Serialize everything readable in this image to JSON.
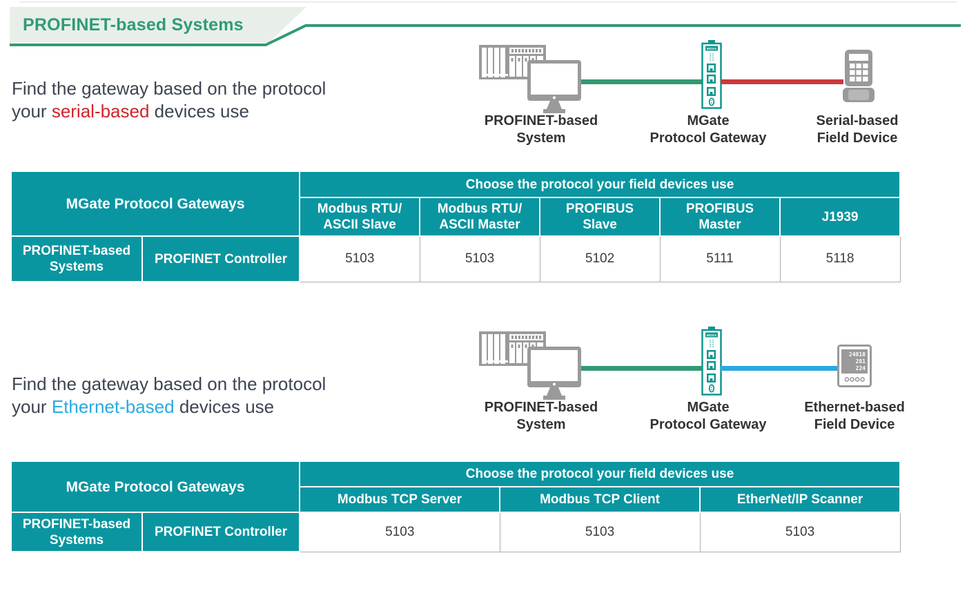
{
  "header": {
    "title": "PROFINET-based Systems"
  },
  "brand": "MOXA",
  "colors": {
    "table_teal": "#0996A1",
    "banner_green": "#2E9C74",
    "line_green": "#339A72",
    "line_red": "#C9393D",
    "line_blue": "#29A9E1",
    "highlight_red": "#D2232A",
    "highlight_blue": "#29A9E1",
    "icon_gray": "#9A9A9A"
  },
  "sections": [
    {
      "intro_line1": "Find the gateway based on the protocol",
      "intro_line2_pre": "your ",
      "intro_highlight": "serial-based",
      "intro_line2_post": " devices use",
      "diagram": {
        "system_label": "PROFINET-based\nSystem",
        "gateway_label": "MGate\nProtocol Gateway",
        "device_label": "Serial-based\nField Device"
      },
      "table": {
        "corner_header": "MGate Protocol Gateways",
        "choose_header": "Choose the protocol your field devices use",
        "protocols": [
          "Modbus RTU/\nASCII Slave",
          "Modbus RTU/\nASCII Master",
          "PROFIBUS\nSlave",
          "PROFIBUS\nMaster",
          "J1939"
        ],
        "row_system": "PROFINET-based\nSystems",
        "row_controller": "PROFINET Controller",
        "values": [
          "5103",
          "5103",
          "5102",
          "5111",
          "5118"
        ]
      }
    },
    {
      "intro_line1": "Find the gateway based on the protocol",
      "intro_line2_pre": "your ",
      "intro_highlight": "Ethernet-based",
      "intro_line2_post": " devices use",
      "diagram": {
        "system_label": "PROFINET-based\nSystem",
        "gateway_label": "MGate\nProtocol Gateway",
        "device_label": "Ethernet-based\nField Device",
        "device_screen": [
          "24818",
          "281",
          "224"
        ]
      },
      "table": {
        "corner_header": "MGate Protocol Gateways",
        "choose_header": "Choose the protocol your field devices use",
        "protocols": [
          "Modbus TCP Server",
          "Modbus TCP Client",
          "EtherNet/IP Scanner"
        ],
        "row_system": "PROFINET-based\nSystems",
        "row_controller": "PROFINET Controller",
        "values": [
          "5103",
          "5103",
          "5103"
        ]
      }
    }
  ]
}
